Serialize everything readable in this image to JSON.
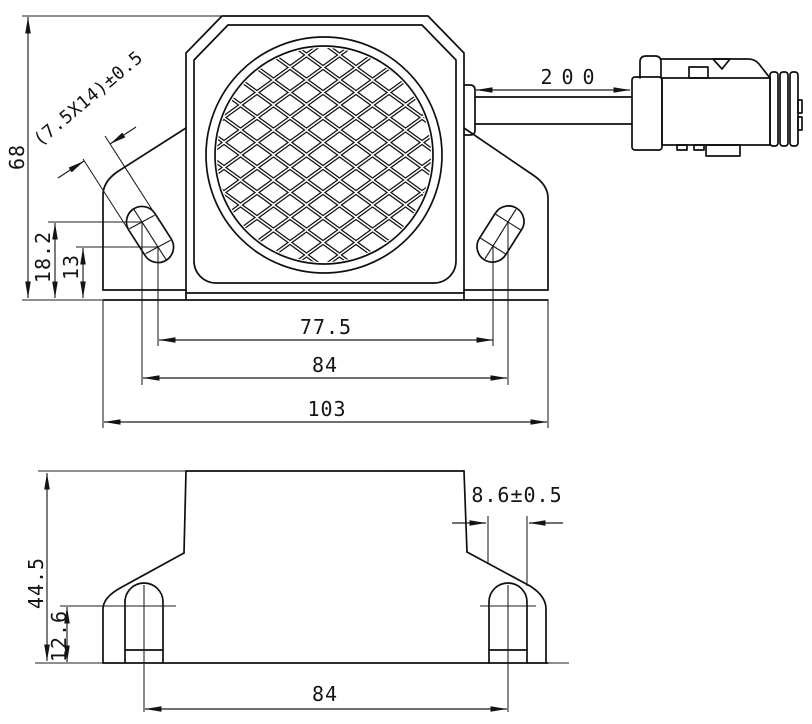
{
  "drawing": {
    "type": "technical-drawing",
    "subject": "backup-alarm-speaker-with-mounting-brackets-cable-and-connector",
    "colors": {
      "line": "#0f0f0f",
      "background": "#ffffff"
    },
    "front_view": {
      "labels": {
        "overall_height": "68",
        "slot_size": "(7.5X14)±0.5",
        "hole_upper_offset": "18.2",
        "hole_lower_offset": "13",
        "cable_length": "200",
        "inner_hole_width": "77.5",
        "hole_spacing": "84",
        "overall_width": "103"
      }
    },
    "side_view": {
      "labels": {
        "overall_height": "44.5",
        "hole_center_height": "12.6",
        "bracket_slot_width": "8.6±0.5",
        "hole_spacing": "84"
      }
    }
  }
}
